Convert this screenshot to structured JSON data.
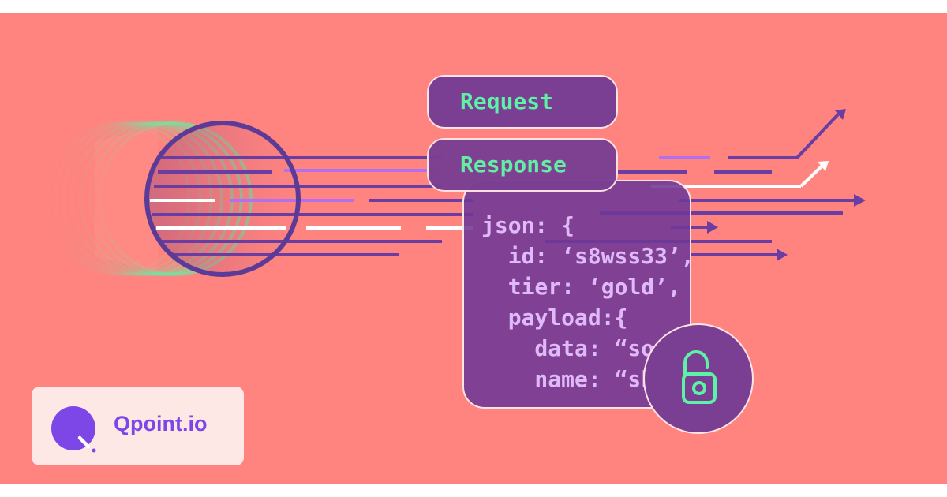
{
  "pills": {
    "request_label": "Request",
    "response_label": "Response"
  },
  "code_card": {
    "code": "json: {\n  id: ‘s8wss33’,\n  tier: ‘gold’,\n  payload:{\n    data: “some\n    name: “sha"
  },
  "brand": {
    "name": "Qpoint.io"
  },
  "icons": {
    "lock": "unlocked-padlock-icon",
    "logo": "qpoint-logo-icon"
  },
  "colors": {
    "background": "#ff8480",
    "panel": "#7a3f93",
    "accent_green": "#5df2a5",
    "code_text": "#e0b9f8",
    "brand_purple": "#7c47e6",
    "line_purple": "#6a3da3"
  }
}
